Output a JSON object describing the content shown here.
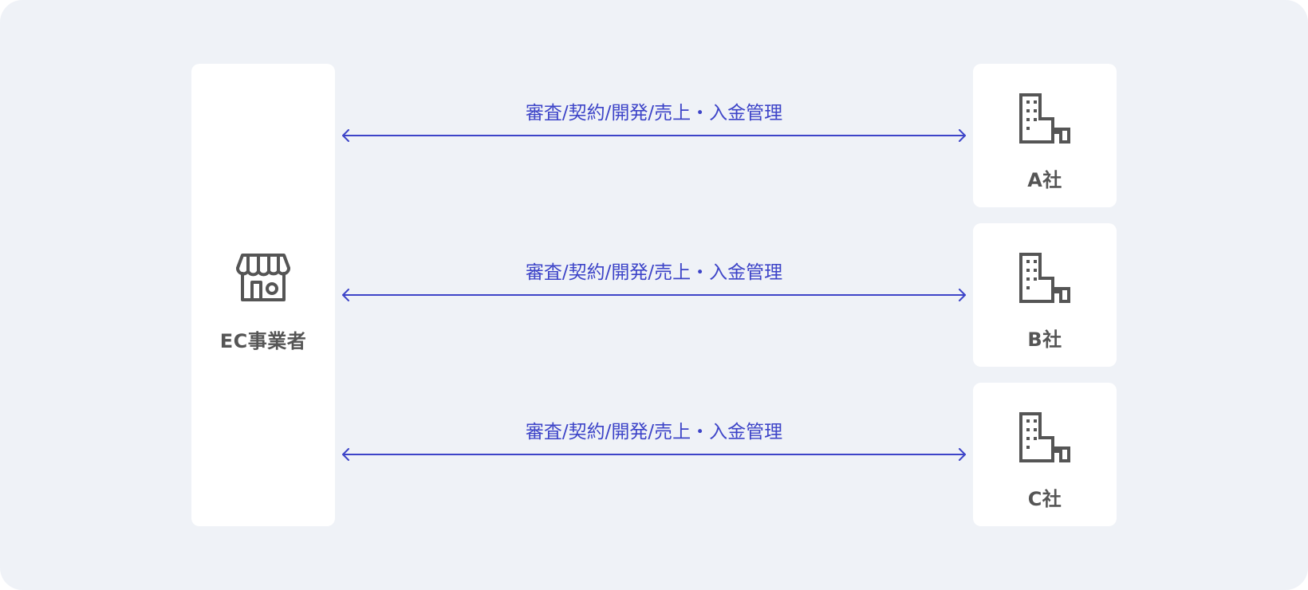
{
  "colors": {
    "background": "#eff2f7",
    "card": "#ffffff",
    "accent": "#3d44c8",
    "icon": "#555555"
  },
  "merchant": {
    "label": "EC事業者",
    "icon": "storefront-icon"
  },
  "companies": [
    {
      "label": "A社",
      "icon": "building-icon"
    },
    {
      "label": "B社",
      "icon": "building-icon"
    },
    {
      "label": "C社",
      "icon": "building-icon"
    }
  ],
  "flows": [
    {
      "label": "審査/契約/開発/売上・入金管理",
      "direction": "bidirectional"
    },
    {
      "label": "審査/契約/開発/売上・入金管理",
      "direction": "bidirectional"
    },
    {
      "label": "審査/契約/開発/売上・入金管理",
      "direction": "bidirectional"
    }
  ]
}
